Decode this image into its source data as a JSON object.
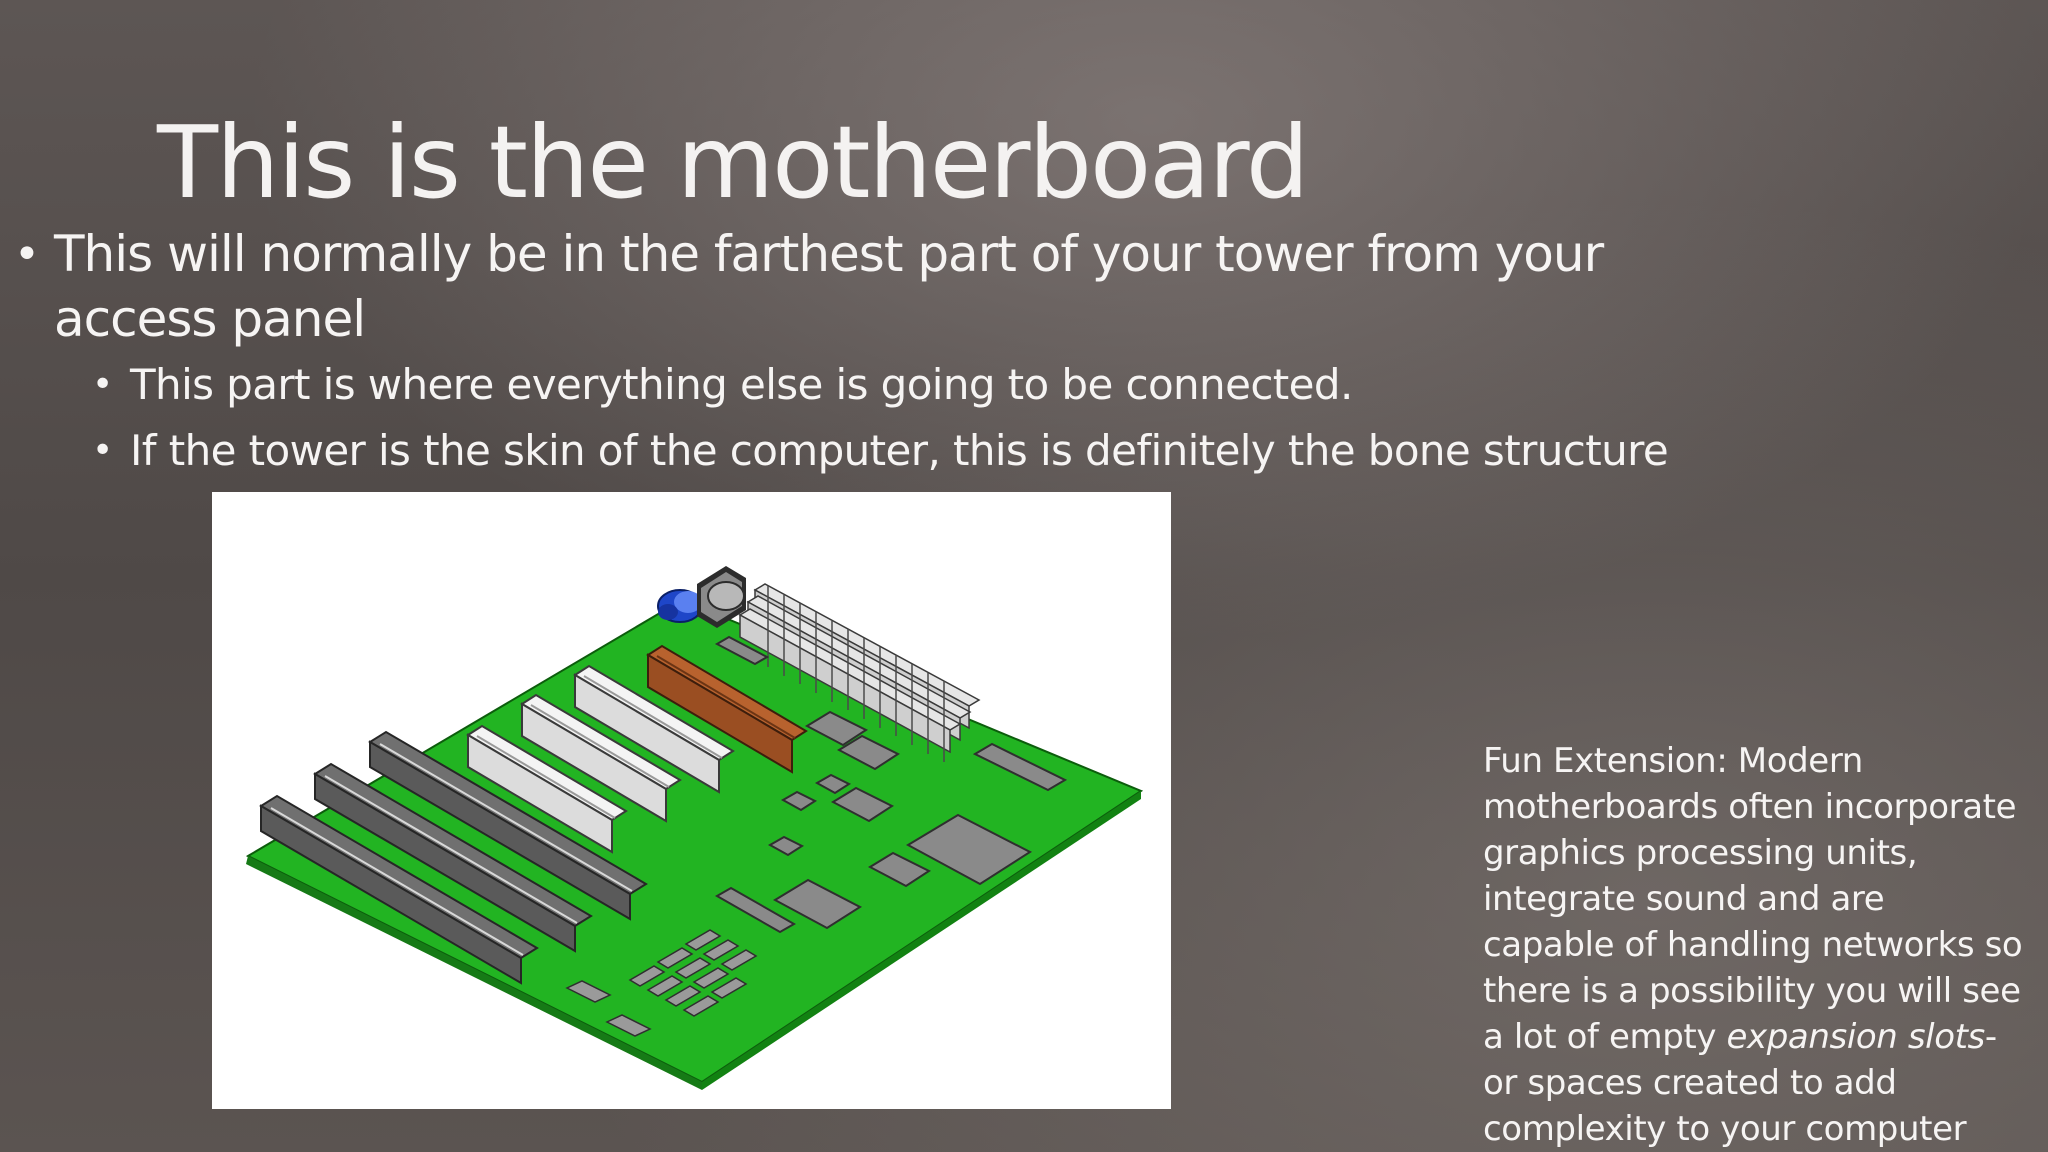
{
  "slide": {
    "title": "This is the motherboard",
    "bullets": [
      {
        "symbol": "•",
        "text": "This will normally be in the farthest part of your tower from your access panel"
      }
    ],
    "sub_bullets": [
      {
        "symbol": "•",
        "text": "This part is where everything else is going to be connected."
      },
      {
        "symbol": "•",
        "text": "If the tower is the skin of the computer, this is definitely the bone structure"
      }
    ],
    "note": {
      "prefix": "Fun Extension: Modern motherboards often incorporate graphics processing units, integrate sound and are capable of handling networks so there is a possibility you will see a lot of empty",
      "emphasis": "expansion slots",
      "suffix": "- or spaces created to add complexity to your computer"
    }
  },
  "colors": {
    "background": "#55504e",
    "text": "#f6f4f3",
    "board_green": "#22b422",
    "slot_gray": "#6e6e6e",
    "slot_white": "#f2f2f2",
    "slot_brown": "#a0522d",
    "capacitor_blue": "#1e46c8"
  }
}
